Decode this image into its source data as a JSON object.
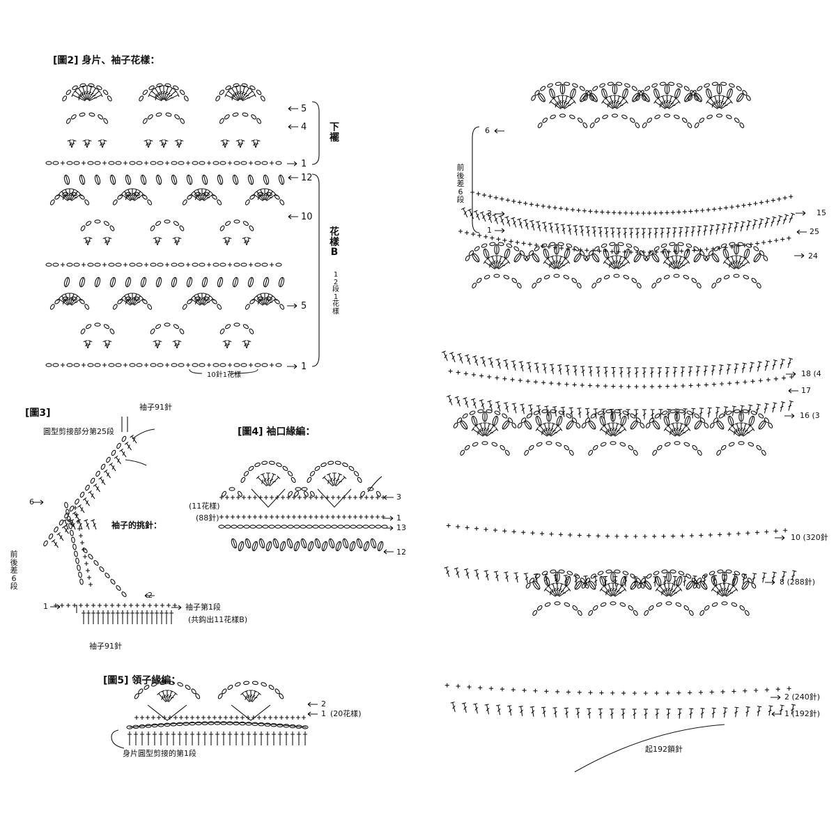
{
  "fig2": {
    "title": "[圖2] 身片、袖子花樣：",
    "rows": {
      "r5": "5",
      "r4": "4",
      "r1a": "1",
      "r12": "12",
      "r10": "10",
      "r5b": "5",
      "r1b": "1"
    },
    "section_hem": "下襬",
    "section_pattern": "花樣B",
    "pattern_note": "12段1花樣",
    "repeat_note": "10針1花樣"
  },
  "fig3": {
    "title": "[圖3]",
    "sleeve_top": "袖子91針",
    "armhole_note": "圓型剪接部分第25段",
    "pickup_title": "袖子的挑針：",
    "row6": "6",
    "row2": "2",
    "row1": "1",
    "side_note": "前後差6段",
    "sleeve_row1": "袖子第1段",
    "sleeve_row1_note": "(共鈎出11花樣B)",
    "sleeve_bottom": "袖子91針"
  },
  "fig4": {
    "title": "[圖4] 袖口緣編：",
    "row3": "3",
    "row1": "1",
    "row13": "13",
    "row12": "12",
    "note_patterns": "(11花樣)",
    "note_stitches": "(88針)"
  },
  "fig5": {
    "title": "[圖5] 領子緣編：",
    "row2": "2",
    "row1": "1",
    "note_patterns": "(20花樣)",
    "body_note": "身片圓型剪接的第1段"
  },
  "yoke": {
    "side_note": "前後差6段",
    "row6": "6",
    "row3": "3",
    "row1": "1",
    "r15": "15",
    "r25": "25",
    "r24": "24",
    "r18": "18 (4",
    "r17": "17",
    "r16": "16 (3",
    "r10": "10 (320針",
    "r8": "8 (288針)",
    "r2": "2 (240針)",
    "r1": "1 (192針)",
    "chain_note": "起192鎖針"
  }
}
